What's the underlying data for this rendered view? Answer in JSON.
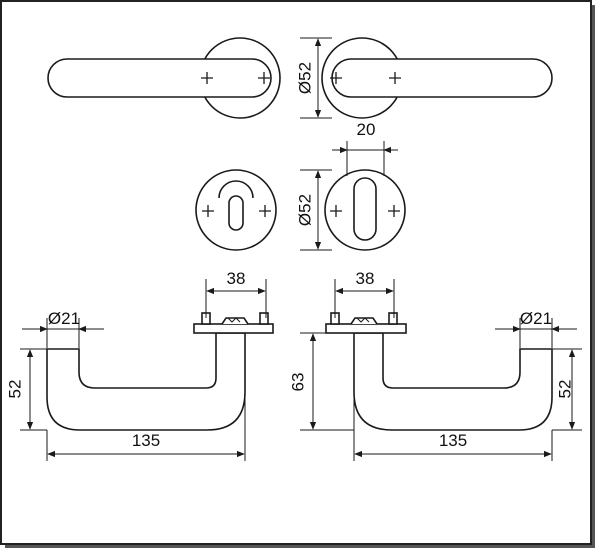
{
  "dimensions": {
    "rose_diameter": "Ø52",
    "escutcheon_diameter": "Ø52",
    "turn_width": "20",
    "offset_left": "38",
    "offset_right": "38",
    "grip_diameter_left": "Ø21",
    "grip_diameter_right": "Ø21",
    "height_left": "52",
    "height_right": "52",
    "total_height": "63",
    "length_left": "135",
    "length_right": "135"
  },
  "colors": {
    "line": "#1a1a1a",
    "background": "#ffffff",
    "frame_shadow": "#555555"
  }
}
